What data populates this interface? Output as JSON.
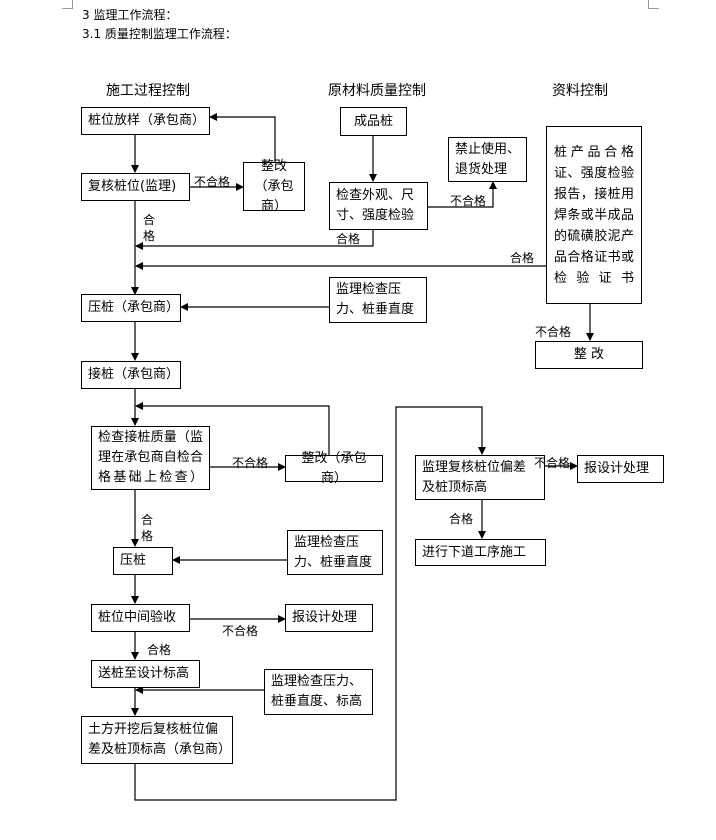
{
  "headings": {
    "h1": "3   监理工作流程：",
    "h2": "3.1    质量控制监理工作流程："
  },
  "columns": {
    "construction": "施工过程控制",
    "materials": "原材料质量控制",
    "documents": "资料控制"
  },
  "boxes": {
    "pile_layout": "桩位放样（承包商）",
    "recheck_position": "复核桩位(监理)",
    "rectify_1": "整改（承包商）",
    "finished_pile": "成品桩",
    "ban_use": "禁止使用、退货处理",
    "inspect_appearance": "检查外观、尺寸、强度检验",
    "cert": "桩产品合格证、强度检验报告，接桩用焊条或半成品的硫磺胶泥产品合格证书或检验证书",
    "supervise_pressure_1": "监理检查压力、桩垂直度",
    "press_pile_1": "压桩（承包商）",
    "rectify_cert": "整 改",
    "join_pile": "接桩（承包商）",
    "inspect_join": "检查接桩质量（监理在承包商自检合格基础上检查）",
    "rectify_2": "整改（承包商）",
    "supervise_pressure_2": "监理检查压力、桩垂直度",
    "press_pile_2": "压桩",
    "mid_acceptance": "桩位中间验收",
    "report_design_1": "报设计处理",
    "deliver_pile": "送桩至设计标高",
    "supervise_pressure_3": "监理检查压力、桩垂直度、标高",
    "earthwork": "土方开挖后复核桩位偏差及桩顶标高（承包商）",
    "recheck_deviation": "监理复核桩位偏差及桩顶标高",
    "report_design_2": "报设计处理",
    "next_process": "进行下道工序施工"
  },
  "labels": {
    "fail": "不合格",
    "pass": "合格"
  }
}
